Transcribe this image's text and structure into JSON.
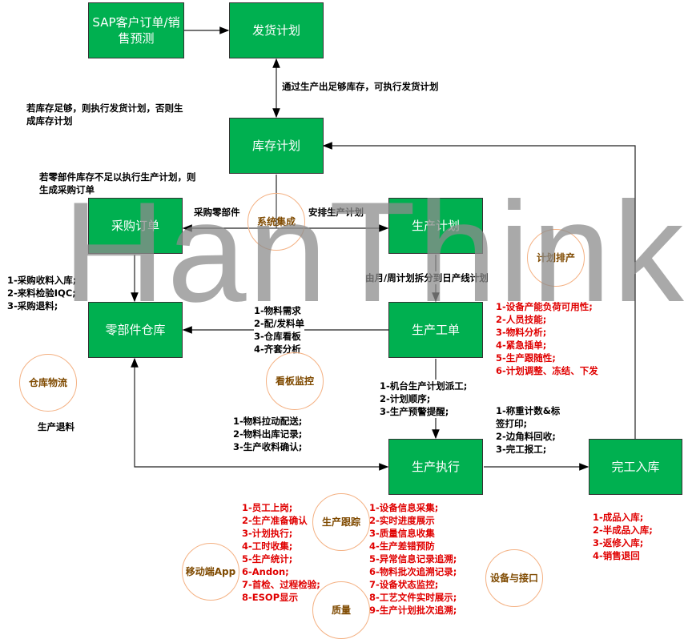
{
  "watermark": "HanThink",
  "boxes": {
    "sap": "SAP客户订单/销售预测",
    "delivery": "发货计划",
    "inventory": "库存计划",
    "purchase": "采购订单",
    "production_plan": "生产计划",
    "parts_warehouse": "零部件仓库",
    "work_order": "生产工单",
    "execution": "生产执行",
    "finished": "完工入库"
  },
  "labels": {
    "delivery_inventory": "通过生产出足够库存，可执行发货计划",
    "inventory_rule": [
      "若库存足够，则执行发货计划，否则生",
      "成库存计划"
    ],
    "purchase_rule": [
      "若零部件库存不足以执行生产计划，则",
      "生成采购订单"
    ],
    "buy_parts": "采购零部件",
    "arrange_plan": "安排生产计划",
    "split_plan": "由月/周计划拆分到日产线计划",
    "purchase_items": [
      "1-采购收料入库;",
      "2-来料检验IQC;",
      "3-采购退料;"
    ],
    "material_items": [
      "1-物料需求",
      "2-配/发料单",
      "3-仓库看板",
      "4-齐套分析"
    ],
    "work_order_red": [
      "1-设备产能负荷可用性;",
      "2-人员技能;",
      "3-物料分析;",
      "4-紧急插单;",
      "5-生产跟随性;",
      "6-计划调整、冻结、下发"
    ],
    "dispatch_items": [
      "1-机台生产计划派工;",
      "2-计划顺序;",
      "3-生产预警提醒;"
    ],
    "delivery_items": [
      "1-物料拉动配送;",
      "2-物料出库记录;",
      "3-生产收料确认;"
    ],
    "finish_items": [
      "1-称重计数&标",
      "签打印;",
      "2-边角料回收;",
      "3-完工报工;"
    ],
    "return_material": "生产退料",
    "finished_red": [
      "1-成品入库;",
      "2-半成品入库;",
      "3-返修入库;",
      "4-销售退回"
    ],
    "mobile_red": [
      "1-员工上岗;",
      "2-生产准备确认",
      "3-计划执行;",
      "4-工时收集;",
      "5-生产统计;",
      "6-Andon;",
      "7-首检、过程检验;",
      "8-ESOP显示"
    ],
    "tracking_red": [
      "1-设备信息采集;",
      "2-实时进度展示",
      "3-质量信息收集",
      "4-生产差错预防",
      "5-异常信息记录追溯;",
      "6-物料批次追溯记录;",
      "7-设备状态监控;",
      "8-工艺文件实时展示;",
      "9-生产计划批次追溯;"
    ]
  },
  "circles": {
    "integration": "系统集成",
    "scheduling": "计划排产",
    "logistics": "仓库物流",
    "kanban": "看板监控",
    "tracking": "生产跟踪",
    "mobile": "移动端App",
    "quality": "质量",
    "equipment": "设备与接口"
  }
}
